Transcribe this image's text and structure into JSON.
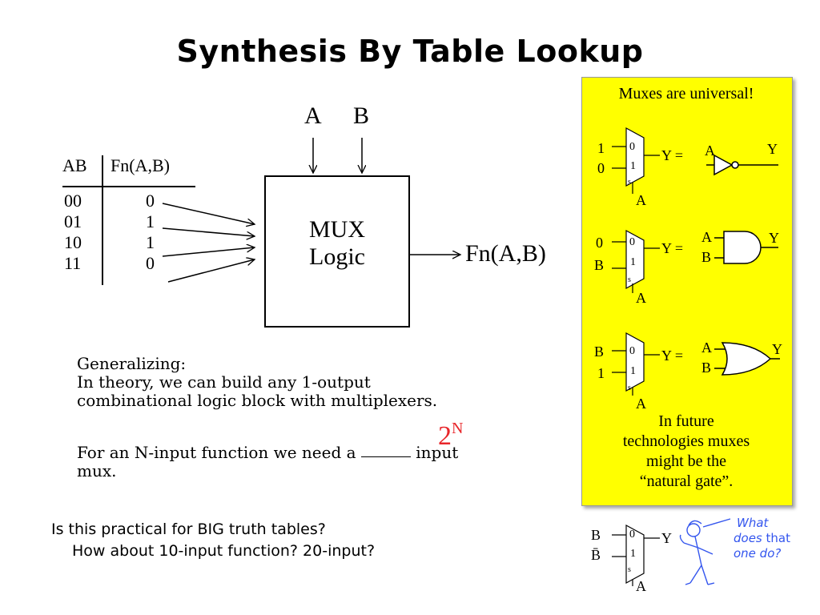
{
  "title": "Synthesis By Table Lookup",
  "truth_table": {
    "headers": [
      "AB",
      "Fn(A,B)"
    ],
    "rows": [
      {
        "ab": "00",
        "fn": "0"
      },
      {
        "ab": "01",
        "fn": "1"
      },
      {
        "ab": "10",
        "fn": "1"
      },
      {
        "ab": "11",
        "fn": "0"
      }
    ]
  },
  "mux_block": {
    "inputs": [
      "A",
      "B"
    ],
    "label_line1": "MUX",
    "label_line2": "Logic",
    "output": "Fn(A,B)"
  },
  "generalizing": {
    "line1": "Generalizing:",
    "line2": "In theory, we can build any 1-output",
    "line3": "combinational logic block with multiplexers.",
    "line4_pre": "For an N-input function we need a",
    "blank_base": "2",
    "blank_exp": "N",
    "line4_post": "input",
    "line5": "mux."
  },
  "question": {
    "line1": "Is this practical for BIG truth tables?",
    "line2": "How about 10-input function?  20-input?"
  },
  "panel": {
    "heading": "Muxes are universal!",
    "mux1": {
      "in0": "1",
      "in1": "0",
      "sel": "A",
      "out": "Y =",
      "gate_in": "A",
      "gate_out": "Y"
    },
    "mux2": {
      "in0": "0",
      "in1": "B",
      "sel": "A",
      "out": "Y =",
      "gate_in_a": "A",
      "gate_in_b": "B",
      "gate_out": "Y"
    },
    "mux3": {
      "in0": "B",
      "in1": "1",
      "sel": "A",
      "out": "Y =",
      "gate_in_a": "A",
      "gate_in_b": "B",
      "gate_out": "Y"
    },
    "mux_labels": {
      "zero": "0",
      "one": "1",
      "s": "s"
    },
    "footer_line1": "In future",
    "footer_line2": "technologies muxes",
    "footer_line3": "might be the",
    "footer_line4": "“natural gate”."
  },
  "bottom_mux": {
    "in0": "B",
    "in1": "B̄",
    "sel": "A",
    "out": "Y"
  },
  "speech": {
    "word1": "What",
    "word2": "does",
    "word3": "that",
    "word4": "one do?"
  },
  "colors": {
    "panel_bg": "#ffff00",
    "blank_red": "#e8262a",
    "speech_blue": "#3355ee"
  }
}
